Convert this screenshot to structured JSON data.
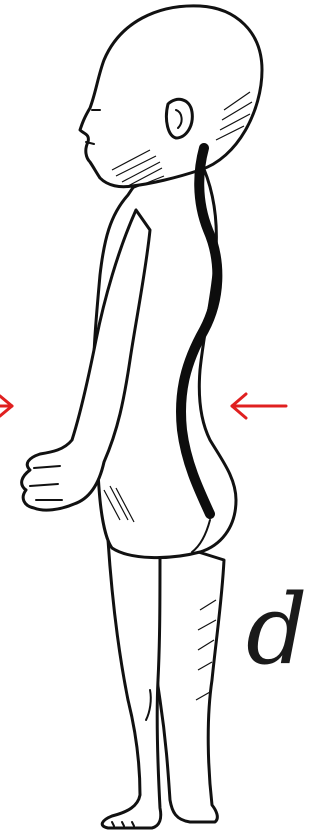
{
  "figure": {
    "panel_label": "d",
    "colors": {
      "outline": "#111111",
      "spine": "#0d0d0d",
      "arrow": "#e02020",
      "background": "#ffffff"
    },
    "arrows": [
      {
        "name": "left-arrow",
        "direction": "right",
        "visibility": "partial"
      },
      {
        "name": "right-arrow",
        "direction": "left"
      }
    ]
  }
}
